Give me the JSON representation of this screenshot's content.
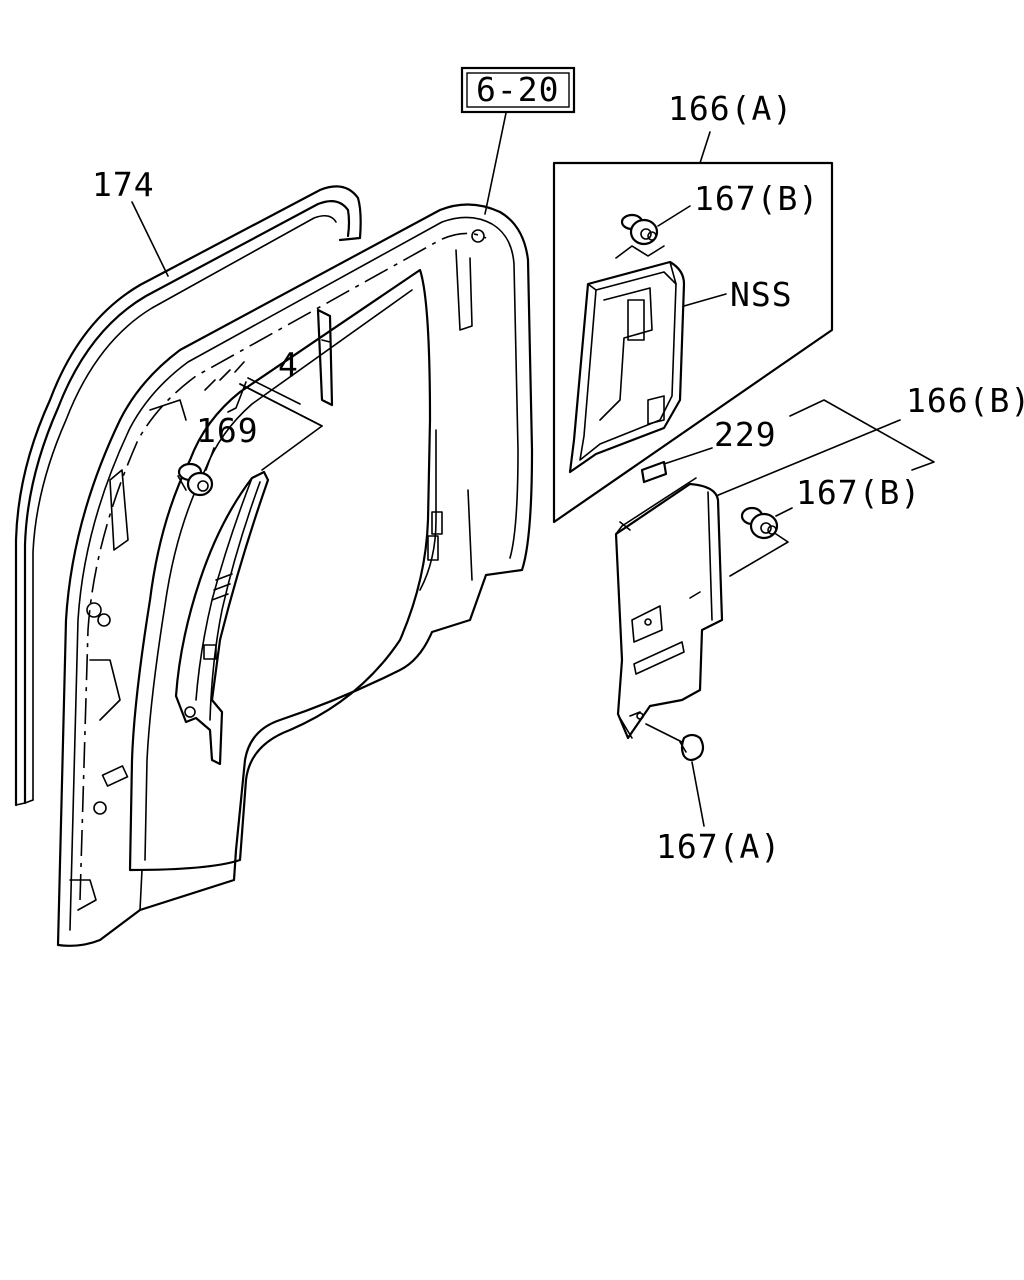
{
  "labels": {
    "ref_box": "6-20",
    "p174": "174",
    "p4": "4",
    "p169": "169",
    "p166a": "166(A)",
    "p167b_top": "167(B)",
    "nss": "NSS",
    "p166b": "166(B)",
    "p229": "229",
    "p167b_mid": "167(B)",
    "p167a": "167(A)"
  }
}
